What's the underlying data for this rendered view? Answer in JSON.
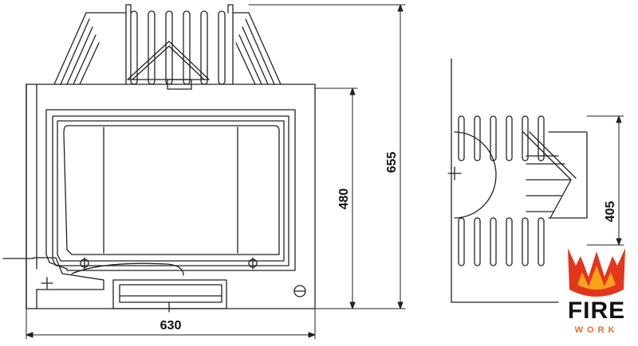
{
  "dimensions": {
    "front_width": "630",
    "front_height_inner": "480",
    "front_height_total": "655",
    "side_height": "405"
  },
  "logo": {
    "word_top": "FIRE",
    "word_bottom": "WORK",
    "colors": {
      "flame_outer": "#e3361c",
      "flame_inner": "#f7a21b",
      "text": "#111111",
      "accent": "#f26a1b"
    }
  },
  "line_color": "#222222"
}
